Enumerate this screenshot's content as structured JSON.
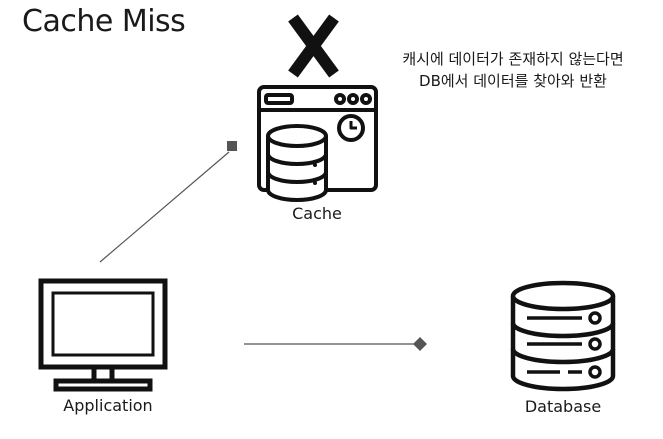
{
  "title": "Cache Miss",
  "note": {
    "line1": "캐시에 데이터가 존재하지 않는다면",
    "line2": "DB에서 데이터를 찾아와 반환"
  },
  "nodes": {
    "cache": {
      "label": "Cache"
    },
    "application": {
      "label": "Application"
    },
    "database": {
      "label": "Database"
    }
  },
  "icons": {
    "miss_marker": "x-mark-icon",
    "cache": "cache-server-icon",
    "application": "monitor-icon",
    "database": "database-icon"
  },
  "colors": {
    "stroke": "#111111",
    "connector": "#555555"
  }
}
